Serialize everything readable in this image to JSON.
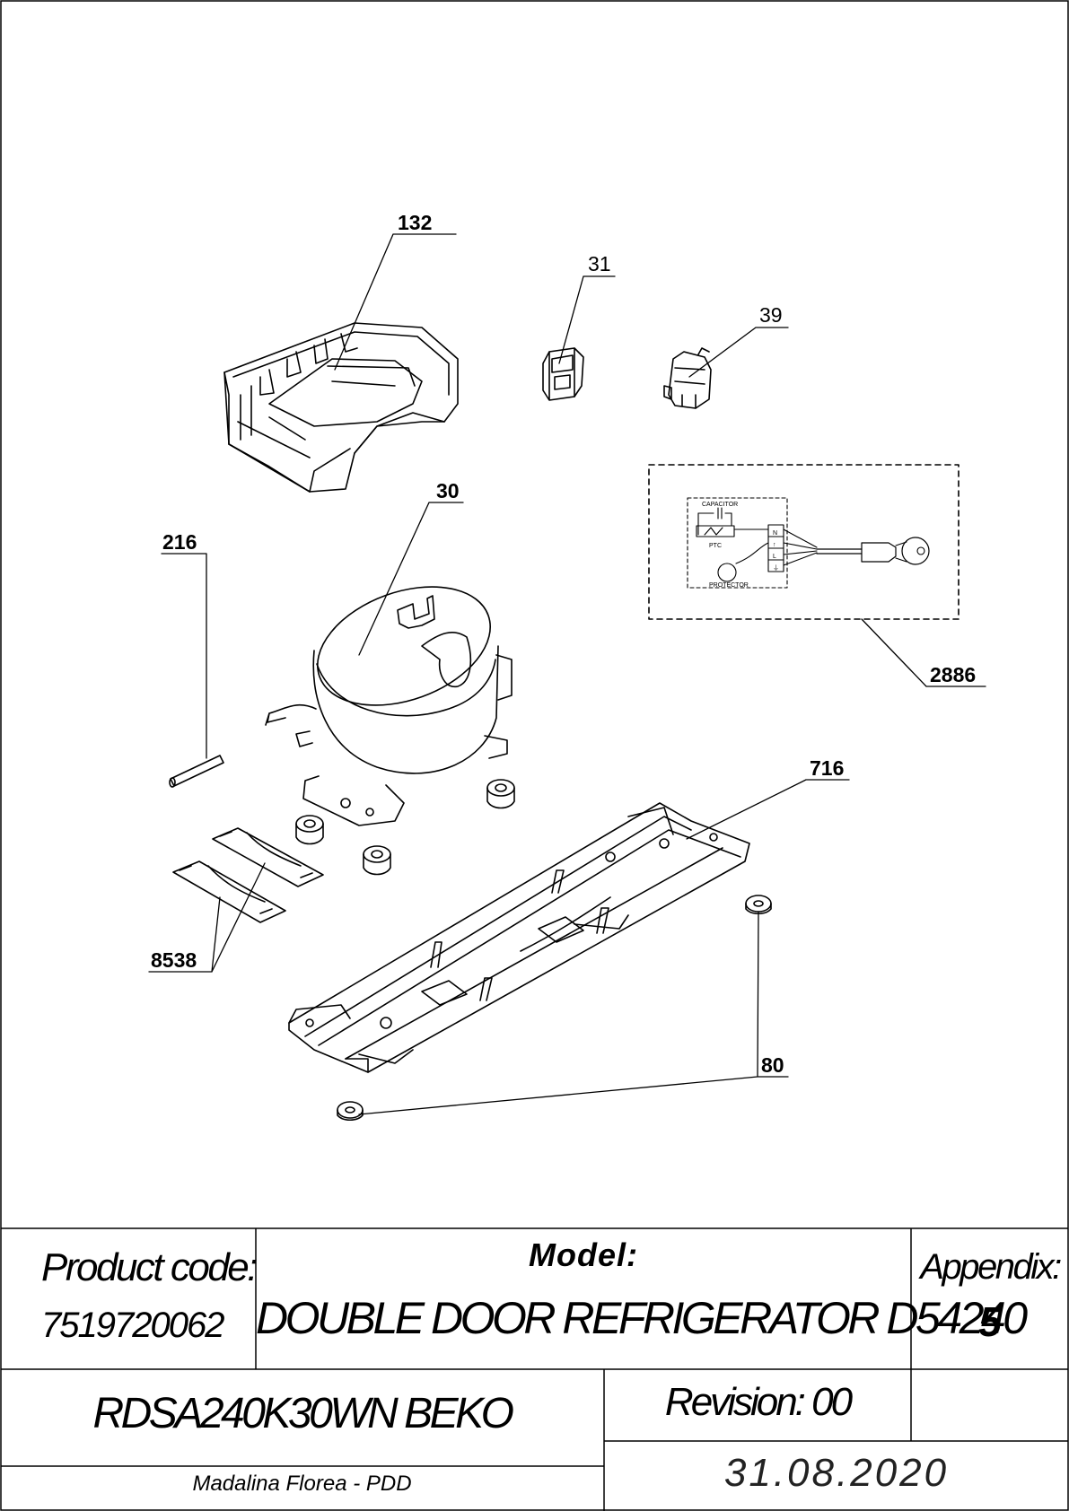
{
  "drawing": {
    "callouts": [
      {
        "id": "132",
        "label": "132",
        "bold": true
      },
      {
        "id": "31",
        "label": "31",
        "bold": false
      },
      {
        "id": "39",
        "label": "39",
        "bold": false
      },
      {
        "id": "30",
        "label": "30",
        "bold": true
      },
      {
        "id": "216",
        "label": "216",
        "bold": true
      },
      {
        "id": "2886",
        "label": "2886",
        "bold": true
      },
      {
        "id": "716",
        "label": "716",
        "bold": true
      },
      {
        "id": "8538",
        "label": "8538",
        "bold": true
      },
      {
        "id": "80",
        "label": "80",
        "bold": true
      }
    ],
    "wiring": {
      "capacitor": "CAPACITOR",
      "ptc": "PTC",
      "protector": "PROTECTOR",
      "terminals": [
        "N",
        "↑",
        "L",
        "⏚"
      ]
    }
  },
  "title_block": {
    "product_code_label": "Product code:",
    "product_code": "7519720062",
    "model_label": "Model:",
    "model_name": "DOUBLE DOOR REFRIGERATOR D54240",
    "appendix_label": "Appendix:",
    "appendix_value": "5",
    "commercial_name": "RDSA240K30WN BEKO",
    "revision": "Revision: 00",
    "date": "31.08.2020",
    "author": "Madalina Florea - PDD"
  }
}
